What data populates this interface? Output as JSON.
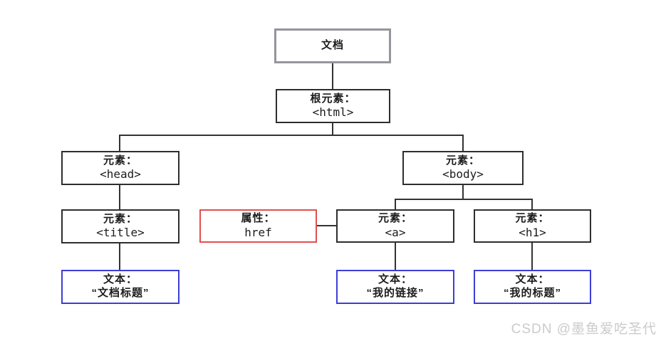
{
  "diagram": {
    "colors": {
      "box_border": "#2e2e2e",
      "document_border": "#96949c",
      "attribute_border": "#e14f4f",
      "text_border": "#3d3dd6",
      "connector": "#333333"
    },
    "nodes": {
      "document": {
        "line1": "文档"
      },
      "root": {
        "line1": "根元素：",
        "line2": "<html>"
      },
      "head": {
        "line1": "元素：",
        "line2": "<head>"
      },
      "body": {
        "line1": "元素：",
        "line2": "<body>"
      },
      "title": {
        "line1": "元素：",
        "line2": "<title>"
      },
      "href": {
        "line1": "属性：",
        "line2": "href"
      },
      "a": {
        "line1": "元素：",
        "line2": "<a>"
      },
      "h1": {
        "line1": "元素：",
        "line2": "<h1>"
      },
      "text_title": {
        "line1": "文本：",
        "line2": "“文档标题”"
      },
      "text_a": {
        "line1": "文本：",
        "line2": "“我的链接”"
      },
      "text_h1": {
        "line1": "文本：",
        "line2": "“我的标题”"
      }
    },
    "watermark": "CSDN @墨鱼爱吃圣代"
  }
}
